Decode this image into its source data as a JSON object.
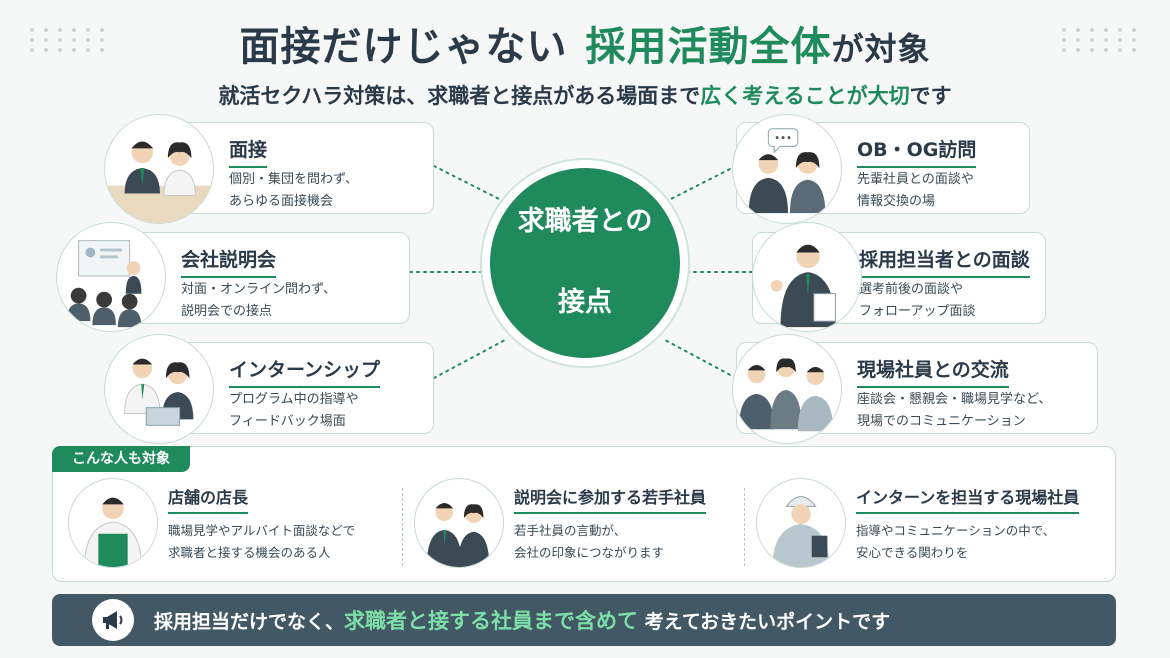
{
  "header": {
    "title_part1": "面接だけじゃない",
    "title_accent": "採用活動全体",
    "title_part2": "が対象",
    "subtitle_part1": "就活セクハラ対策は、求職者と接点がある場面まで",
    "subtitle_accent": "広く考えることが大切",
    "subtitle_part2": "です"
  },
  "hub": {
    "line1": "求職者との",
    "line2": "接点"
  },
  "touchpoints_left": [
    {
      "title": "面接",
      "desc": "個別・集団を問わず、\nあらゆる面接機会"
    },
    {
      "title": "会社説明会",
      "desc": "対面・オンライン問わず、\n説明会での接点"
    },
    {
      "title": "インターンシップ",
      "desc": "プログラム中の指導や\nフィードバック場面"
    }
  ],
  "touchpoints_right": [
    {
      "title": "OB・OG訪問",
      "desc": "先輩社員との面談や\n情報交換の場"
    },
    {
      "title": "採用担当者との面談",
      "desc": "選考前後の面談や\nフォローアップ面談"
    },
    {
      "title": "現場社員との交流",
      "desc": "座談会・懇親会・職場見学など、\n現場でのコミュニケーション"
    }
  ],
  "people_section": {
    "tag": "こんな人も対象",
    "items": [
      {
        "title": "店舗の店長",
        "desc": "職場見学やアルバイト面談などで\n求職者と接する機会のある人"
      },
      {
        "title": "説明会に参加する若手社員",
        "desc": "若手社員の言動が、\n会社の印象につながります"
      },
      {
        "title": "インターンを担当する現場社員",
        "desc": "指導やコミュニケーションの中で、\n安心できる関わりを"
      }
    ]
  },
  "banner": {
    "part1": "採用担当だけでなく、",
    "accent": "求職者と接する社員まで含めて",
    "part2": "考えておきたいポイントです",
    "icon": "megaphone-icon"
  },
  "colors": {
    "accent": "#1f8a5c",
    "dark": "#2b3a48",
    "banner": "#425865"
  }
}
